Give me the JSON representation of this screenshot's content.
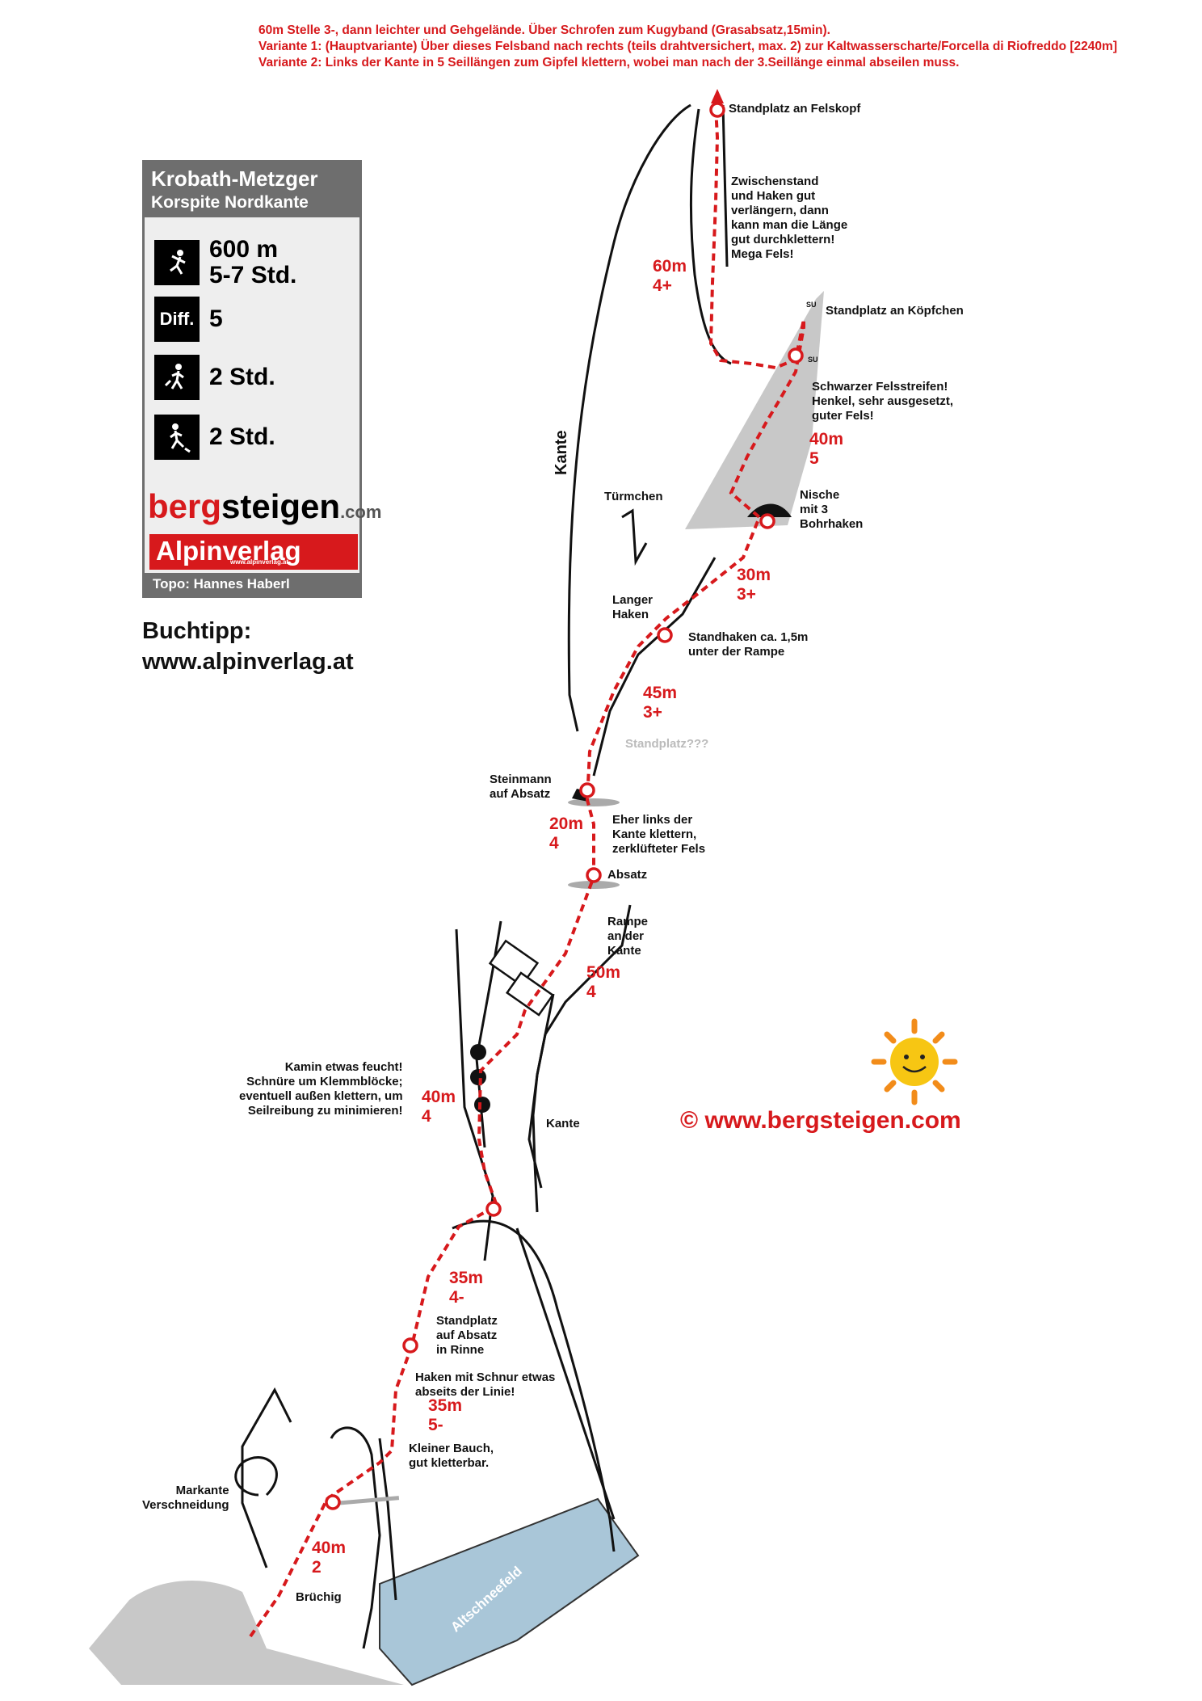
{
  "header_notes": [
    "60m Stelle 3-, dann leichter und Gehgelände. Über Schrofen zum Kugyband (Grasabsatz,15min).",
    "Variante 1: (Hauptvariante) Über dieses Felsband nach rechts (teils drahtversichert, max. 2) zur Kaltwasserscharte/Forcella di Riofreddo [2240m]",
    "Variante 2: Links der Kante in 5 Seillängen zum Gipfel klettern, wobei man nach der 3.Seillänge einmal abseilen muss."
  ],
  "info_panel": {
    "title": "Krobath-Metzger",
    "subtitle": "Korspite Nordkante",
    "height": "600 m",
    "duration": "5-7 Std.",
    "diff_label": "Diff.",
    "difficulty": "5",
    "approach": "2 Std.",
    "descent": "2 Std.",
    "brand1_a": "berg",
    "brand1_b": "steigen",
    "brand1_c": ".com",
    "brand2": "Alpinverlag",
    "brand2_url": "www.alpinverlag.at",
    "topo_credit": "Topo: Hannes Haberl"
  },
  "book_tip": {
    "label": "Buchtipp:",
    "url": "www.alpinverlag.at"
  },
  "copyright": "©  www.bergsteigen.com",
  "labels": {
    "standplatz_felskopf": "Standplatz an Felskopf",
    "zwischenstand": [
      "Zwischenstand",
      "und Haken gut",
      "verlängern, dann",
      "kann man die Länge",
      "gut durchklettern!",
      "Mega Fels!"
    ],
    "standplatz_koepfchen": "Standplatz an Köpfchen",
    "schwarzer": [
      "Schwarzer Felsstreifen!",
      "Henkel, sehr ausgesetzt,",
      "guter Fels!"
    ],
    "tuermchen": "Türmchen",
    "nische": [
      "Nische",
      "mit 3",
      "Bohrhaken"
    ],
    "kante_top": "Kante",
    "langer_haken": [
      "Langer",
      "Haken"
    ],
    "standhaken": [
      "Standhaken ca. 1,5m",
      "unter der Rampe"
    ],
    "standplatz_q": "Standplatz???",
    "steinmann": [
      "Steinmann",
      "auf Absatz"
    ],
    "eher_links": [
      "Eher links der",
      "Kante klettern,",
      "zerklüfteter Fels"
    ],
    "absatz": "Absatz",
    "rampe": [
      "Rampe",
      "an der",
      "Kante"
    ],
    "kamin": [
      "Kamin etwas feucht!",
      "Schnüre um Klemmblöcke;",
      "eventuell außen klettern, um",
      "Seilreibung zu minimieren!"
    ],
    "kante_mid": "Kante",
    "standplatz_rinne": [
      "Standplatz",
      "auf Absatz",
      "in Rinne"
    ],
    "haken_schnur": [
      "Haken mit Schnur etwas",
      "abseits der Linie!"
    ],
    "kleiner_bauch": [
      "Kleiner Bauch,",
      "gut kletterbar."
    ],
    "markante": [
      "Markante",
      "Verschneidung"
    ],
    "bruechig": "Brüchig",
    "altschneefeld": "Altschneefeld",
    "su": "SU"
  },
  "pitches": [
    {
      "length": "60m",
      "grade": "4+"
    },
    {
      "length": "40m",
      "grade": "5"
    },
    {
      "length": "30m",
      "grade": "3+"
    },
    {
      "length": "45m",
      "grade": "3+"
    },
    {
      "length": "20m",
      "grade": "4"
    },
    {
      "length": "50m",
      "grade": "4"
    },
    {
      "length": "40m",
      "grade": "4"
    },
    {
      "length": "35m",
      "grade": "4-"
    },
    {
      "length": "35m",
      "grade": "5-"
    },
    {
      "length": "40m",
      "grade": "2"
    }
  ],
  "colors": {
    "route": "#d7191c",
    "rock_gray": "#c8c8c8",
    "snow": "#a9c6d8",
    "panel_gray": "#6e6e6e"
  }
}
